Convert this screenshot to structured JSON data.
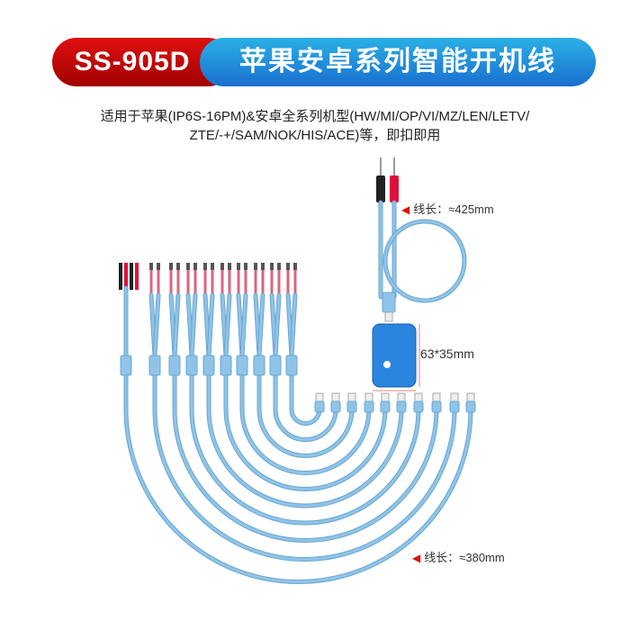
{
  "banner": {
    "model": "SS-905D",
    "title": "苹果安卓系列智能开机线"
  },
  "subtitle": {
    "line1": "适用于苹果(IP6S-16PM)&安卓全系列机型(HW/MI/OP/VI/MZ/LEN/LETV/",
    "line2": "ZTE/-+/SAM/NOK/HIS/ACE)等，即扣即用"
  },
  "labels": {
    "upper_cable_length": "线长：≈425mm",
    "box_size": "63*35mm",
    "lower_cable_length": "线长：≈380mm"
  },
  "colors": {
    "cable": "#8fc4e8",
    "box": "#2a86dc",
    "banner_red": "#c00000",
    "banner_blue": "#2190dc",
    "accent": "#e01010"
  }
}
